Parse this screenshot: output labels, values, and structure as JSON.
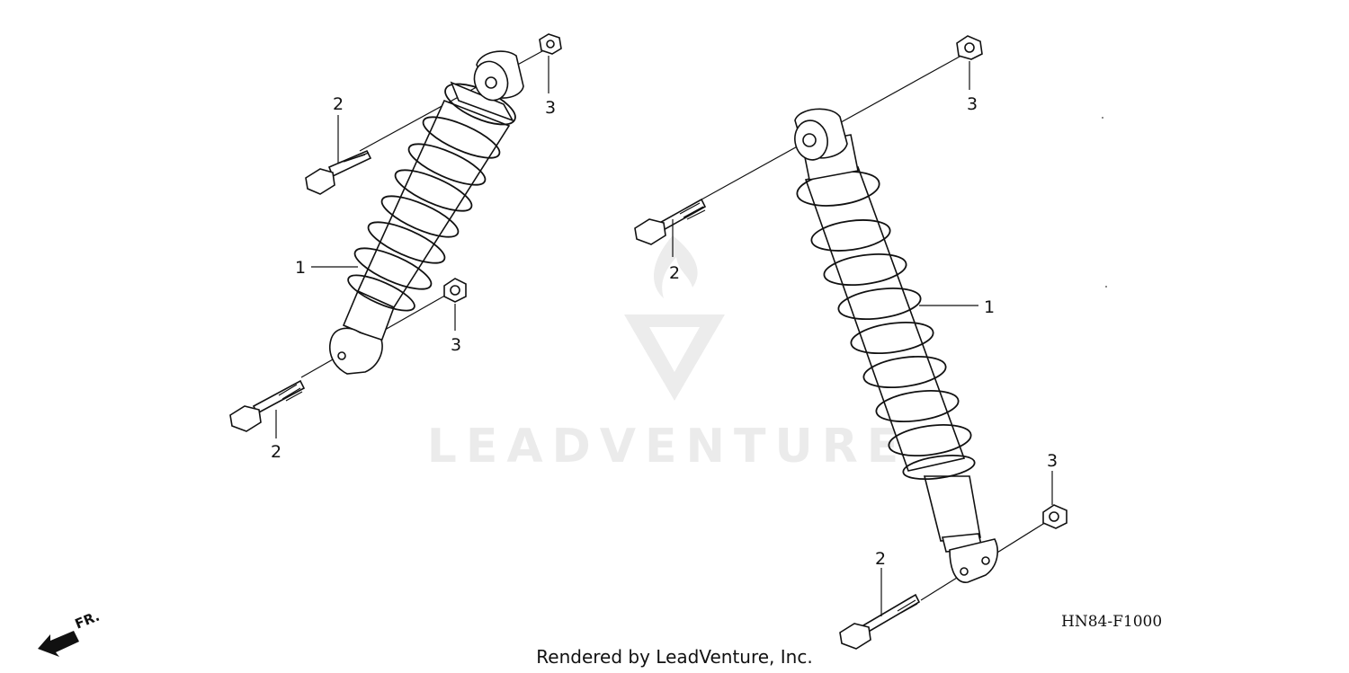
{
  "watermark": {
    "text": "LEADVENTURE"
  },
  "callouts": {
    "left_shock": "1",
    "left_upper_bolt": "2",
    "left_upper_nut": "3",
    "left_lower_nut": "3",
    "left_lower_bolt": "2",
    "right_shock": "1",
    "right_upper_bolt": "2",
    "right_upper_nut": "3",
    "right_lower_nut": "3",
    "right_lower_bolt": "2"
  },
  "diagram_code": "HN84-F1000",
  "direction_indicator": "FR.",
  "footer": "Rendered by LeadVenture, Inc."
}
